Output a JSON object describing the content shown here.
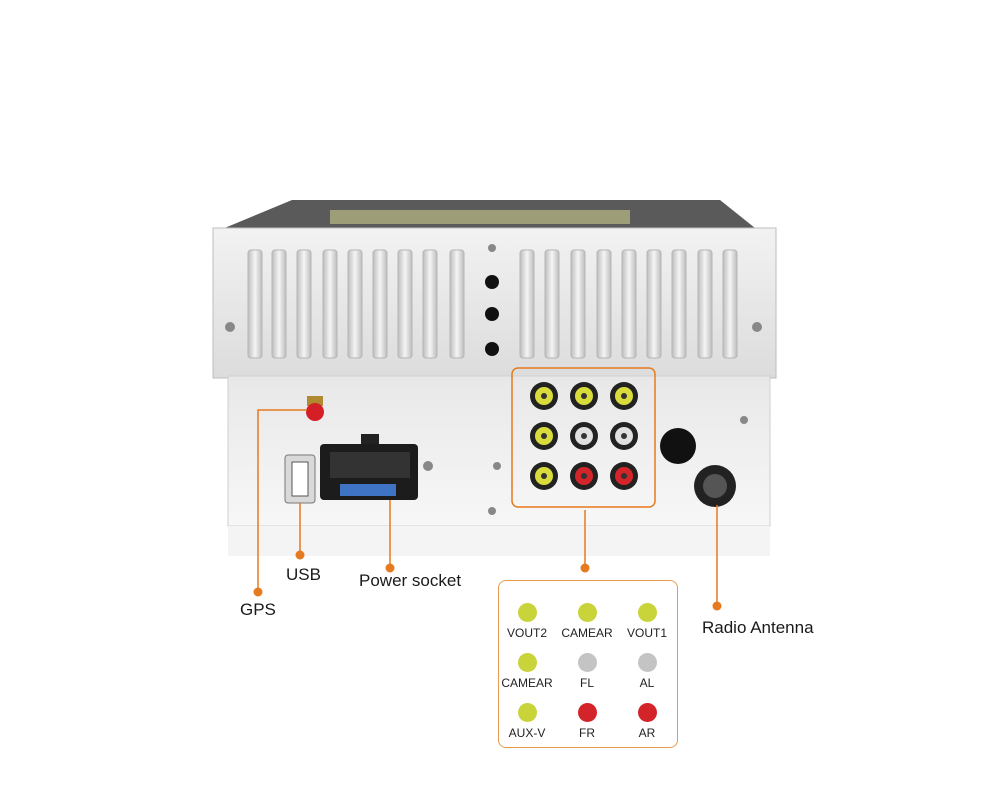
{
  "callouts": {
    "gps": "GPS",
    "usb": "USB",
    "power": "Power socket",
    "radio": "Radio Antenna"
  },
  "legend": {
    "items": [
      {
        "label": "VOUT2",
        "color": "#c9d43a"
      },
      {
        "label": "CAMEAR",
        "color": "#c9d43a"
      },
      {
        "label": "VOUT1",
        "color": "#c9d43a"
      },
      {
        "label": "CAMEAR",
        "color": "#c9d43a"
      },
      {
        "label": "FL",
        "color": "#c4c4c4"
      },
      {
        "label": "AL",
        "color": "#c4c4c4"
      },
      {
        "label": "AUX-V",
        "color": "#c9d43a"
      },
      {
        "label": "FR",
        "color": "#d3242a"
      },
      {
        "label": "AR",
        "color": "#d3242a"
      }
    ]
  },
  "colors": {
    "accent": "#e67a1f",
    "chassis": "#e4e4e4"
  }
}
